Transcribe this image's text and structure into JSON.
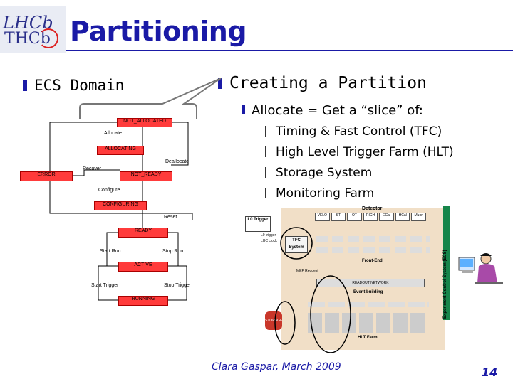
{
  "header": {
    "title": "Partitioning"
  },
  "left": {
    "heading": "ECS Domain"
  },
  "right": {
    "heading": "Creating a Partition",
    "sub": "Allocate = Get a “slice” of:",
    "items": [
      "Timing & Fast Control (TFC)",
      "High Level Trigger Farm (HLT)",
      "Storage System",
      "Monitoring Farm"
    ]
  },
  "fsm": {
    "states": {
      "not_allocated": "NOT_ALLOCATED",
      "allocating": "ALLOCATING",
      "error": "ERROR",
      "not_ready": "NOT_READY",
      "configuring": "CONFIGURING",
      "ready": "READY",
      "active": "ACTIVE",
      "running": "RUNNING"
    },
    "actions": {
      "allocate": "Allocate",
      "deallocate": "Deallocate",
      "recover": "Recover",
      "configure": "Configure",
      "reset": "Reset",
      "start_run": "Start Run",
      "stop_run": "Stop Run",
      "start_trigger": "Start Trigger",
      "stop_trigger": "Stop Trigger"
    }
  },
  "diagram": {
    "detector": "Detector",
    "subdetectors": [
      "VELO",
      "ST",
      "OT",
      "RICH",
      "ECal",
      "HCal",
      "Muon"
    ],
    "l0": "L0 Trigger",
    "l0_trigger_label": "L0 trigger",
    "lhc_clock": "LHC clock",
    "tfc": "TFC System",
    "frontend": "Front-End",
    "mep": "MEP Request",
    "readout": "READOUT NETWORK",
    "eventbuilding": "Event building",
    "storage": "STORAGE",
    "hlt": "HLT Farm",
    "ecs": "Experiment Control System (ECS)"
  },
  "footer": {
    "author": "Clara Gaspar, March 2009",
    "page": "14"
  },
  "colors": {
    "accent": "#1a1aa6",
    "state": "#ff3b3b",
    "diagram_bg": "#f1dfc7",
    "ecs_bar": "#16854a"
  }
}
